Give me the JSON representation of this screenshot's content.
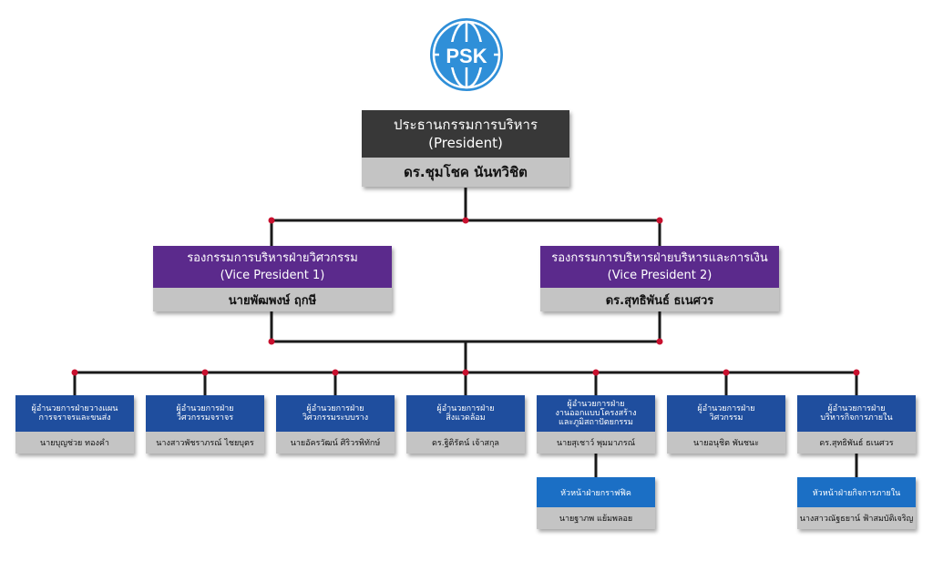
{
  "logo": {
    "text": "PSK",
    "color": "#2f8fd8"
  },
  "colors": {
    "president": "#383838",
    "vice_president": "#5b2a8c",
    "director": "#1f4e9e",
    "section_head": "#1b6fc5",
    "name_bar": "#c4c4c4",
    "connector": "#1a1a1a",
    "node_dot": "#c8102e"
  },
  "president": {
    "title": "ประธานกรรมการบริหาร",
    "title_en": "(President)",
    "name": "ดร.ชุมโชค นันทวิชิต"
  },
  "vice_presidents": [
    {
      "title": "รองกรรมการบริหารฝ่ายวิศวกรรม",
      "title_en": "(Vice President 1)",
      "name": "นายพัฒพงษ์ ฤกษี"
    },
    {
      "title": "รองกรรมการบริหารฝ่ายบริหารและการเงิน",
      "title_en": "(Vice President 2)",
      "name": "ดร.สุทธิพันธ์ ธเนศวร"
    }
  ],
  "directors": [
    {
      "title_lines": [
        "ผู้อำนวยการฝ่ายวางแผน",
        "การจราจรและขนส่ง"
      ],
      "name": "นายบุญช่วย ทองคำ"
    },
    {
      "title_lines": [
        "ผู้อำนวยการฝ่าย",
        "วิศวกรรมจราจร"
      ],
      "name": "นางสาวพัชราภรณ์ ไชยบุตร"
    },
    {
      "title_lines": [
        "ผู้อำนวยการฝ่าย",
        "วิศวกรรมระบบราง"
      ],
      "name": "นายอัครวัฒน์ ศิริวรพิทักษ์"
    },
    {
      "title_lines": [
        "ผู้อำนวยการฝ่าย",
        "สิ่งแวดล้อม"
      ],
      "name": "ดร.ฐิติรัตน์ เจ้าสกุล"
    },
    {
      "title_lines": [
        "ผู้อำนวยการฝ่าย",
        "งานออกแบบโครงสร้าง",
        "และภูมิสถาปัตยกรรม"
      ],
      "name": "นายสุเชาว์ พุมมาภรณ์"
    },
    {
      "title_lines": [
        "ผู้อำนวยการฝ่าย",
        "วิศวกรรม"
      ],
      "name": "นายอนุชิต พันชนะ"
    },
    {
      "title_lines": [
        "ผู้อำนวยการฝ่าย",
        "บริหารกิจการภายใน"
      ],
      "name": "ดร.สุทธิพันธ์ ธเนศวร"
    }
  ],
  "section_heads": [
    {
      "title": "หัวหน้าฝ่ายกราฟฟิค",
      "name": "นายฐาภพ แย้มพลอย"
    },
    {
      "title": "หัวหน้าฝ่ายกิจการภายใน",
      "name": "นางสาวณัฐธยาน์ ฟ้าสมบัติเจริญ"
    }
  ]
}
